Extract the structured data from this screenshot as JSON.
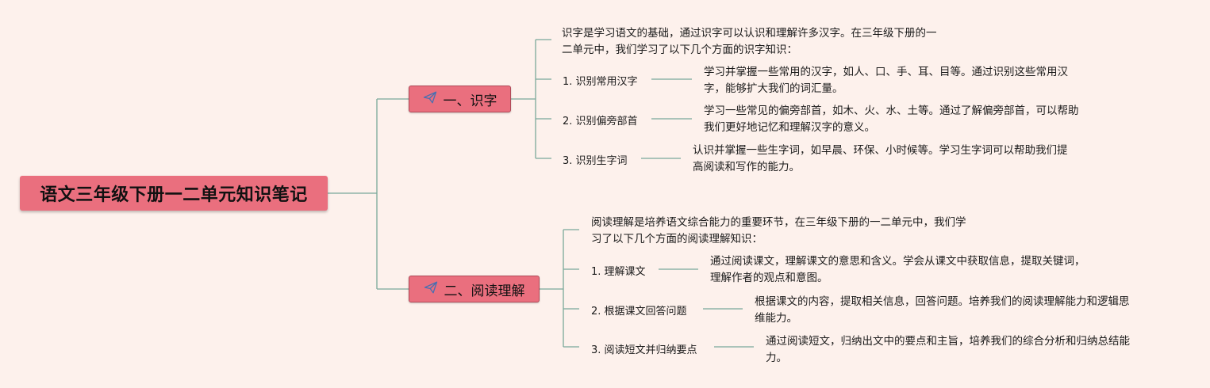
{
  "root": {
    "title": "语文三年级下册一二单元知识笔记"
  },
  "branches": [
    {
      "icon": "paper-plane-icon",
      "label": "一、识字",
      "intro": [
        "识字是学习语文的基础，通过识字可以认识和理解许多汉字。在三年级下册的一",
        "二单元中，我们学习了以下几个方面的识字知识："
      ],
      "items": [
        {
          "label": "1. 识别常用汉字",
          "desc": [
            "学习并掌握一些常用的汉字，如人、口、手、耳、目等。通过识别这些常用汉",
            "字，能够扩大我们的词汇量。"
          ]
        },
        {
          "label": "2. 识别偏旁部首",
          "desc": [
            "学习一些常见的偏旁部首，如木、火、水、土等。通过了解偏旁部首，可以帮助",
            "我们更好地记忆和理解汉字的意义。"
          ]
        },
        {
          "label": "3. 识别生字词",
          "desc": [
            "认识并掌握一些生字词，如早晨、环保、小时候等。学习生字词可以帮助我们提",
            "高阅读和写作的能力。"
          ]
        }
      ]
    },
    {
      "icon": "paper-plane-icon",
      "label": "二、阅读理解",
      "intro": [
        "阅读理解是培养语文综合能力的重要环节，在三年级下册的一二单元中，我们学",
        "习了以下几个方面的阅读理解知识："
      ],
      "items": [
        {
          "label": "1. 理解课文",
          "desc": [
            "通过阅读课文，理解课文的意思和含义。学会从课文中获取信息，提取关键词，",
            "理解作者的观点和意图。"
          ]
        },
        {
          "label": "2. 根据课文回答问题",
          "desc": [
            "根据课文的内容，提取相关信息，回答问题。培养我们的阅读理解能力和逻辑思",
            "维能力。"
          ]
        },
        {
          "label": "3. 阅读短文并归纳要点",
          "desc": [
            "通过阅读短文，归纳出文中的要点和主旨，培养我们的综合分析和归纳总结能",
            "力。"
          ]
        }
      ]
    }
  ],
  "colors": {
    "background": "#fdf1ec",
    "node": "#ea6f7e",
    "line": "#7aa89a",
    "icon": "#4a6fb0"
  }
}
